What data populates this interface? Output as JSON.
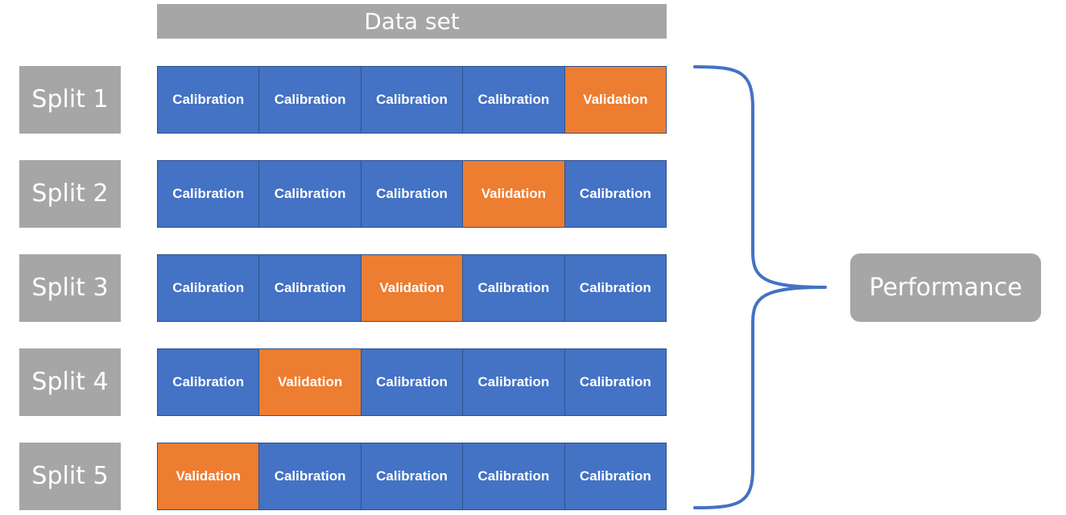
{
  "header": {
    "label": "Data set"
  },
  "colors": {
    "calibration": "#4472c4",
    "validation": "#ed7d31",
    "label_box": "#a6a6a6",
    "brace": "#4472c4"
  },
  "splits": [
    {
      "label": "Split 1",
      "cells": [
        "Calibration",
        "Calibration",
        "Calibration",
        "Calibration",
        "Validation"
      ]
    },
    {
      "label": "Split 2",
      "cells": [
        "Calibration",
        "Calibration",
        "Calibration",
        "Validation",
        "Calibration"
      ]
    },
    {
      "label": "Split 3",
      "cells": [
        "Calibration",
        "Calibration",
        "Validation",
        "Calibration",
        "Calibration"
      ]
    },
    {
      "label": "Split 4",
      "cells": [
        "Calibration",
        "Validation",
        "Calibration",
        "Calibration",
        "Calibration"
      ]
    },
    {
      "label": "Split 5",
      "cells": [
        "Validation",
        "Calibration",
        "Calibration",
        "Calibration",
        "Calibration"
      ]
    }
  ],
  "result": {
    "label": "Performance"
  }
}
